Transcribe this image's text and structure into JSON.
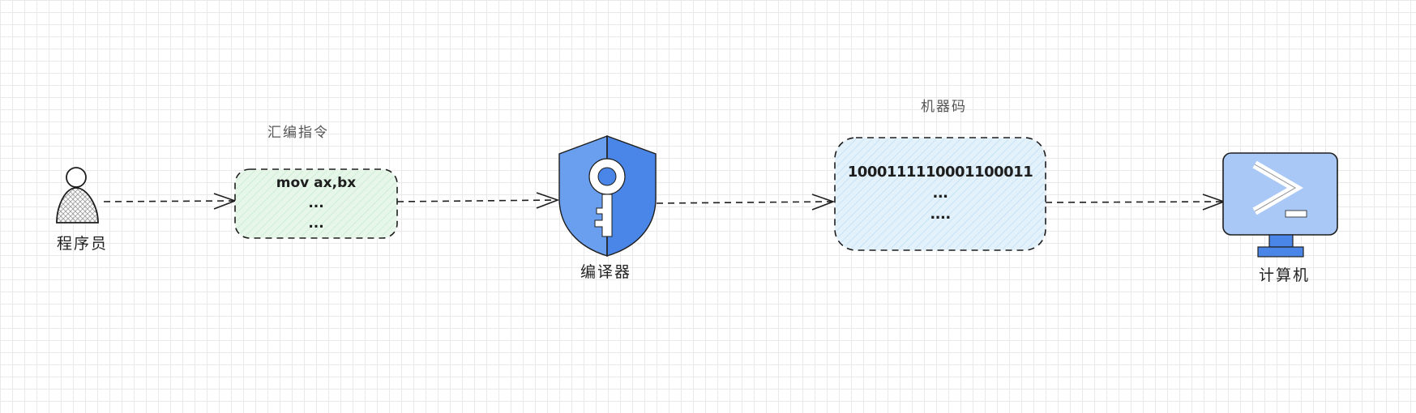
{
  "nodes": {
    "programmer": {
      "label": "程序员",
      "icon": "person-icon"
    },
    "assembly": {
      "title": "汇编指令",
      "lines": [
        "mov ax,bx",
        "...",
        "..."
      ],
      "fill": "#e6f7ea"
    },
    "compiler": {
      "label": "编译器",
      "icon": "shield-key-icon",
      "color": "#4a86e8"
    },
    "machine_code": {
      "title": "机器码",
      "lines": [
        "1000111110001100011",
        "...",
        "...."
      ],
      "fill": "#e3f1fb"
    },
    "computer": {
      "label": "计算机",
      "icon": "terminal-monitor-icon",
      "color": "#aac8f5"
    }
  },
  "edges": [
    {
      "from": "programmer",
      "to": "assembly"
    },
    {
      "from": "assembly",
      "to": "compiler"
    },
    {
      "from": "compiler",
      "to": "machine_code"
    },
    {
      "from": "machine_code",
      "to": "computer"
    }
  ]
}
